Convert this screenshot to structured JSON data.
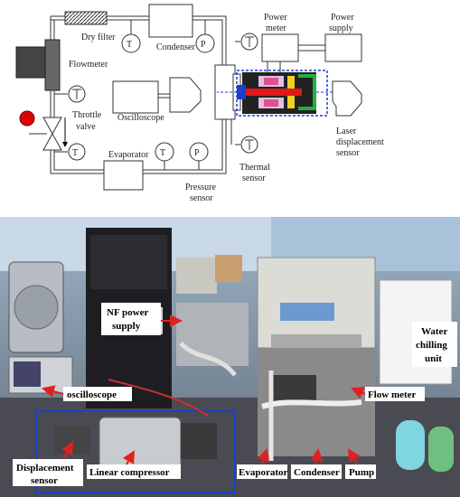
{
  "schematic": {
    "labels": {
      "dry_filter": "Dry filter",
      "condenser": "Condenser",
      "flowmeter": "Flowmeter",
      "throttle_valve_1": "Throttle",
      "throttle_valve_2": "valve",
      "oscilloscope": "Oscilloscope",
      "evaporator": "Evaporator",
      "pressure_sensor_1": "Pressure",
      "pressure_sensor_2": "sensor",
      "thermal_sensor_1": "Thermal",
      "thermal_sensor_2": "sensor",
      "power_meter_1": "Power",
      "power_meter_2": "meter",
      "power_supply_1": "Power",
      "power_supply_2": "supply",
      "laser_1": "Laser",
      "laser_2": "displacement",
      "laser_3": "sensor"
    },
    "gauge_symbols": {
      "temperature": "T",
      "pressure": "P"
    }
  },
  "photo": {
    "labels": {
      "nf_power_1": "NF power",
      "nf_power_2": "supply",
      "water_1": "Water",
      "water_2": "chilling",
      "water_3": "unit",
      "oscilloscope": "oscilloscope",
      "flow_meter": "Flow meter",
      "displacement_1": "Displacement",
      "displacement_2": "sensor",
      "linear_compressor": "Linear compressor",
      "evaporator": "Evaporator",
      "condenser": "Condenser",
      "pump": "Pump"
    }
  },
  "colors": {
    "arrow_red": "#e02020",
    "box_blue": "#1a3fd0",
    "throttle_red": "#e00000"
  }
}
